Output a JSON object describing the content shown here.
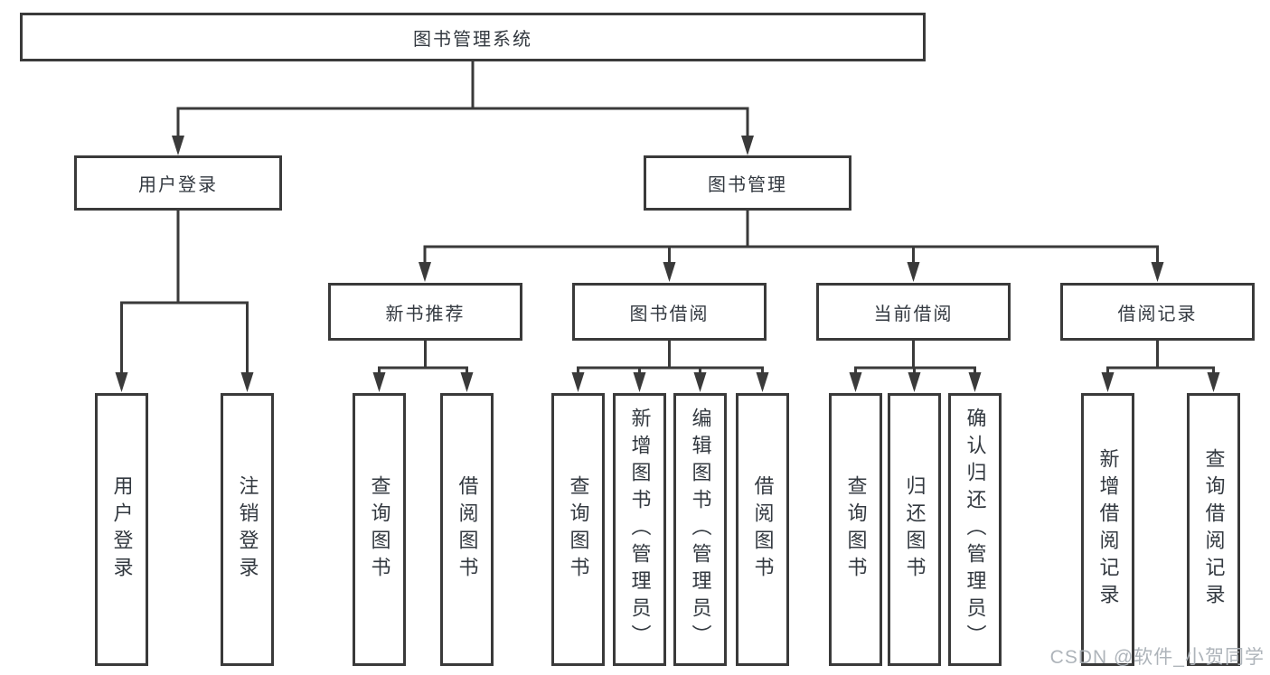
{
  "diagram_title": "图书管理系统",
  "nodes": {
    "root": "图书管理系统",
    "user_login": "用户登录",
    "book_mgmt": "图书管理",
    "new_book_rec": "新书推荐",
    "book_borrow": "图书借阅",
    "current_borrow": "当前借阅",
    "borrow_records": "借阅记录",
    "leaf_user_login": "用户登录",
    "leaf_logout": "注销登录",
    "leaf_nbr_query": "查询图书",
    "leaf_nbr_borrow": "借阅图书",
    "leaf_bb_query": "查询图书",
    "leaf_bb_add": "新增图书（管理员）",
    "leaf_bb_edit": "编辑图书（管理员）",
    "leaf_bb_borrow": "借阅图书",
    "leaf_cb_query": "查询图书",
    "leaf_cb_return": "归还图书",
    "leaf_cb_confirm": "确认归还（管理员）",
    "leaf_br_add": "新增借阅记录",
    "leaf_br_query": "查询借阅记录"
  },
  "watermark": "CSDN @软件_小贺同学",
  "colors": {
    "line": "#3a3a3a",
    "text": "#333940",
    "background": "#ffffff",
    "watermark": "#aab0b6"
  }
}
